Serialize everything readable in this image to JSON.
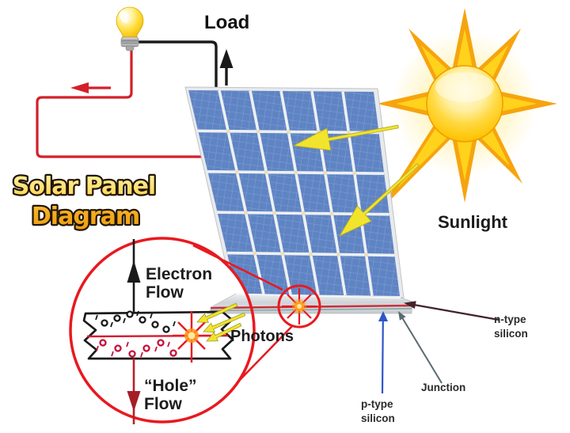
{
  "title": {
    "line1": "Solar Panel",
    "line2": "Diagram"
  },
  "labels": {
    "load": "Load",
    "sunlight": "Sunlight",
    "electron_flow": [
      "Electron",
      "Flow"
    ],
    "hole_flow": [
      "“Hole”",
      "Flow"
    ],
    "photons": "Photons",
    "n_type": [
      "n-type",
      "silicon"
    ],
    "p_type": [
      "p-type",
      "silicon"
    ],
    "junction": "Junction"
  },
  "elements": [
    "light-bulb-icon",
    "sun-icon",
    "solar-panel-graphic",
    "red-circuit-wire",
    "black-circuit-wire",
    "current-direction-arrows",
    "sunlight-ray-arrows",
    "magnifier-inset-circle",
    "photon-impact-starburst",
    "pn-band-electrons-holes",
    "electron-flow-arrow",
    "hole-flow-arrow",
    "photon-arrows",
    "n-type-pointer-arrow",
    "junction-pointer-arrow",
    "p-type-pointer-arrow"
  ],
  "colors": {
    "background": "#ffffff",
    "wire_red": "#d3202a",
    "wire_black": "#1a1a1a",
    "inset_circle_red": "#e8191f",
    "panel_cell_blue": "#5f84c4",
    "panel_grid_white": "#edf0f3",
    "panel_frame_silver": "#dfe2e5",
    "junction_line_red": "#c9303e",
    "junction_line_teal": "#8aacaa",
    "sun_core_yellow": "#ffd83e",
    "sun_ray_orange": "#f6a40e",
    "arrow_yellow": "#f2e42c",
    "title_gold": "#f4ab1e",
    "hole_arrow_dark_red": "#a41e28",
    "p_type_arrow_blue": "#2f55c8",
    "junction_arrow_gray": "#5a6b70",
    "n_type_arrow_maroon": "#43232a",
    "electron_dot_black": "#1a1a1a",
    "hole_dot_crimson": "#c6103c"
  }
}
